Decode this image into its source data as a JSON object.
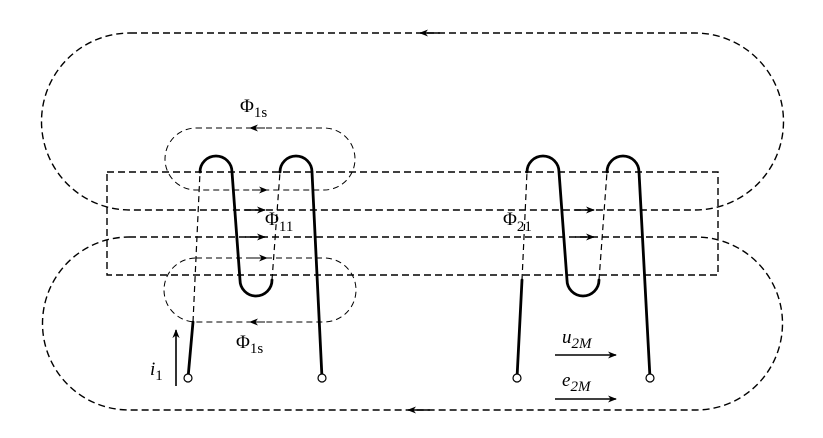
{
  "labels": {
    "phi_1s_top": {
      "main": "Φ",
      "sub": "1s"
    },
    "phi_1s_bottom": {
      "main": "Φ",
      "sub": "1s"
    },
    "phi_11": {
      "main": "Φ",
      "sub": "11"
    },
    "phi_21": {
      "main": "Φ",
      "sub": "21"
    },
    "i1": {
      "main": "i",
      "sub": "1"
    },
    "u2M": {
      "main": "u",
      "sub": "2M"
    },
    "e2M": {
      "main": "e",
      "sub": "2M"
    }
  }
}
